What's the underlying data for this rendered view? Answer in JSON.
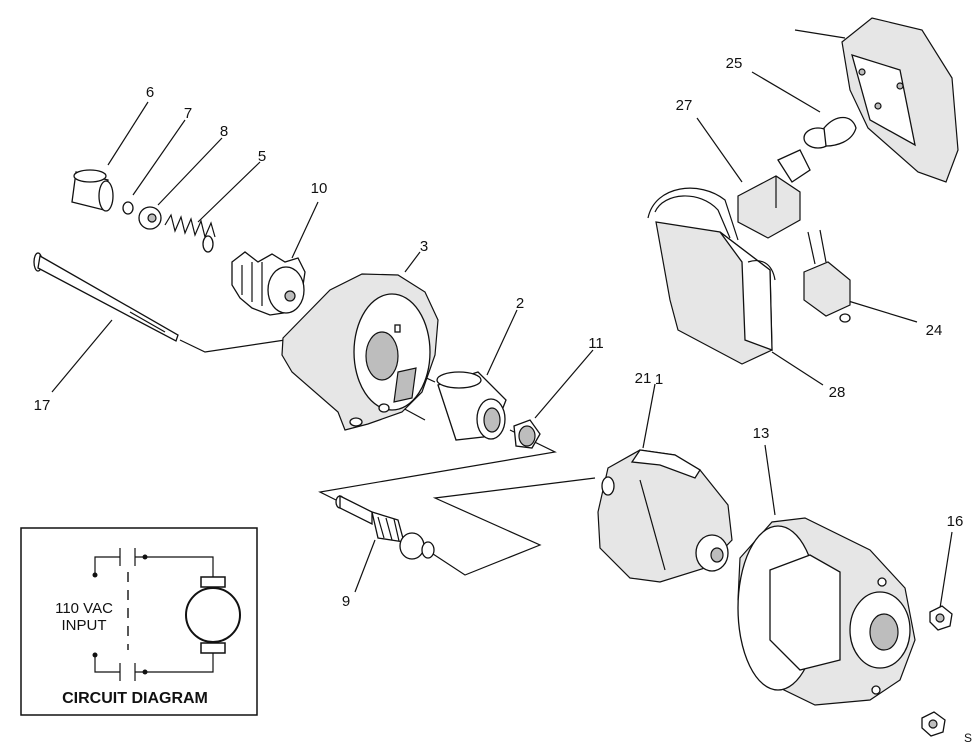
{
  "callouts": [
    "1",
    "2",
    "3",
    "5",
    "6",
    "7",
    "8",
    "9",
    "10",
    "11",
    "13",
    "16",
    "17",
    "21",
    "24",
    "25",
    "27",
    "28"
  ],
  "circuit": {
    "input_line1": "110 VAC",
    "input_line2": "INPUT",
    "title": "CIRCUIT DIAGRAM"
  },
  "corner_mark": "S"
}
